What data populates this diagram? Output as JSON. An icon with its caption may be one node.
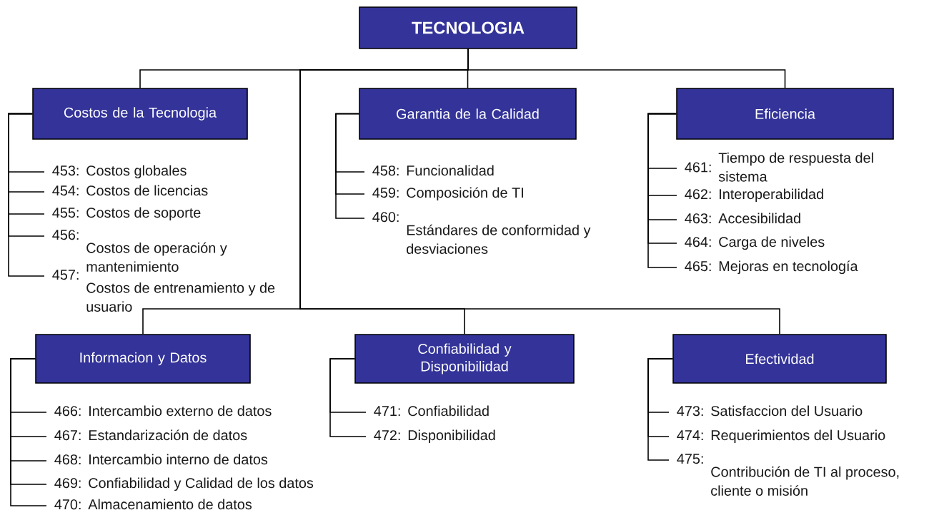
{
  "diagram": {
    "nodes": [
      {
        "text": [
          "TECNOLOGIA"
        ]
      },
      {
        "text": [
          "Costos de la Tecnologia"
        ]
      },
      {
        "text": [
          "453:",
          "Costos globales"
        ]
      },
      {
        "text": [
          "454:",
          "Costos de licencias"
        ]
      },
      {
        "text": [
          "455:",
          "Costos de soporte"
        ]
      },
      {
        "text": [
          "456:",
          "Costos de operación y mantenimiento"
        ]
      },
      {
        "text": [
          "457:",
          "Costos de entrenamiento y de usuario"
        ]
      },
      {
        "text": [
          "Garantia de la Calidad"
        ]
      },
      {
        "text": [
          "458:",
          "Funcionalidad"
        ]
      },
      {
        "text": [
          "459:",
          "Composición de TI"
        ]
      },
      {
        "text": [
          "460:",
          "Estándares de conformidad y desviaciones"
        ]
      },
      {
        "text": [
          "Eficiencia"
        ]
      },
      {
        "text": [
          "461:",
          "Tiempo de respuesta del sistema"
        ]
      },
      {
        "text": [
          "462:",
          "Interoperabilidad"
        ]
      },
      {
        "text": [
          "463:",
          "Accesibilidad"
        ]
      },
      {
        "text": [
          "464:",
          "Carga de niveles"
        ]
      },
      {
        "text": [
          "465:",
          "Mejoras en tecnología"
        ]
      },
      {
        "text": [
          "Informacion y Datos"
        ]
      },
      {
        "text": [
          "466:",
          "Intercambio externo de datos"
        ]
      },
      {
        "text": [
          "467:",
          "Estandarización de datos"
        ]
      },
      {
        "text": [
          "468:",
          "Intercambio interno de datos"
        ]
      },
      {
        "text": [
          "469:",
          "Confiabilidad y Calidad de los datos"
        ]
      },
      {
        "text": [
          "470:",
          "Almacenamiento de datos"
        ]
      },
      {
        "text": [
          "Confiabilidad y Disponibilidad"
        ]
      },
      {
        "text": [
          "471:",
          "Confiabilidad"
        ]
      },
      {
        "text": [
          "472:",
          "Disponibilidad"
        ]
      },
      {
        "text": [
          "Efectividad"
        ]
      },
      {
        "text": [
          "473:",
          "Satisfaccion del Usuario"
        ]
      },
      {
        "text": [
          "474:",
          "Requerimientos del Usuario"
        ]
      },
      {
        "text": [
          "475:",
          "Contribución de TI al proceso, cliente o misión"
        ]
      }
    ],
    "edges": [
      {
        "from": 0,
        "to": 1,
        "arrow": "none"
      },
      {
        "from": 0,
        "to": 7,
        "arrow": "none"
      },
      {
        "from": 0,
        "to": 11,
        "arrow": "none"
      },
      {
        "from": 0,
        "to": 17,
        "arrow": "none"
      },
      {
        "from": 0,
        "to": 23,
        "arrow": "none"
      },
      {
        "from": 0,
        "to": 26,
        "arrow": "none"
      },
      {
        "from": 1,
        "to": 2,
        "arrow": "none"
      },
      {
        "from": 1,
        "to": 3,
        "arrow": "none"
      },
      {
        "from": 1,
        "to": 4,
        "arrow": "none"
      },
      {
        "from": 1,
        "to": 5,
        "arrow": "none"
      },
      {
        "from": 1,
        "to": 6,
        "arrow": "none"
      },
      {
        "from": 7,
        "to": 8,
        "arrow": "none"
      },
      {
        "from": 7,
        "to": 9,
        "arrow": "none"
      },
      {
        "from": 7,
        "to": 10,
        "arrow": "none"
      },
      {
        "from": 11,
        "to": 12,
        "arrow": "none"
      },
      {
        "from": 11,
        "to": 13,
        "arrow": "none"
      },
      {
        "from": 11,
        "to": 14,
        "arrow": "none"
      },
      {
        "from": 11,
        "to": 15,
        "arrow": "none"
      },
      {
        "from": 11,
        "to": 16,
        "arrow": "none"
      },
      {
        "from": 17,
        "to": 18,
        "arrow": "none"
      },
      {
        "from": 17,
        "to": 19,
        "arrow": "none"
      },
      {
        "from": 17,
        "to": 20,
        "arrow": "none"
      },
      {
        "from": 17,
        "to": 21,
        "arrow": "none"
      },
      {
        "from": 17,
        "to": 22,
        "arrow": "none"
      },
      {
        "from": 23,
        "to": 24,
        "arrow": "none"
      },
      {
        "from": 23,
        "to": 25,
        "arrow": "none"
      },
      {
        "from": 26,
        "to": 27,
        "arrow": "none"
      },
      {
        "from": 26,
        "to": 28,
        "arrow": "none"
      },
      {
        "from": 26,
        "to": 29,
        "arrow": "none"
      }
    ]
  }
}
